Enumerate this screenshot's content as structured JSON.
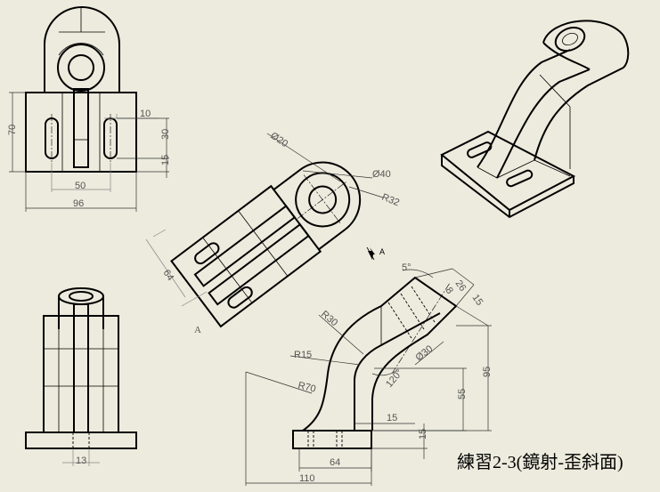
{
  "sheet": {
    "title": "練習2-3(鏡射-歪斜面)",
    "view_label": "A",
    "view_arrow_label": "A"
  },
  "front_view": {
    "dim_height": "70",
    "dim_slot_offset": "10",
    "dim_slot_length": "30",
    "dim_slot_bottom": "15",
    "dim_slot_spacing": "50",
    "dim_width": "96"
  },
  "aux_view": {
    "dim_hole": "Ø20",
    "dim_boss": "Ø40",
    "dim_radius": "R32",
    "dim_length": "64"
  },
  "right_view": {
    "dim_angle": "5°",
    "dim_top_width": "26",
    "dim_thickness": "8",
    "dim_top_offset": "15",
    "dim_r30": "R30",
    "dim_r15": "R15",
    "dim_r70": "R70",
    "dim_bore": "Ø30",
    "dim_bend_angle": "120°",
    "dim_column_height": "55",
    "dim_total_height": "95",
    "dim_column_width": "15",
    "dim_base_height": "15",
    "dim_base_inner": "64",
    "dim_base_total": "110"
  },
  "bottom_view": {
    "dim_hole": "13"
  }
}
